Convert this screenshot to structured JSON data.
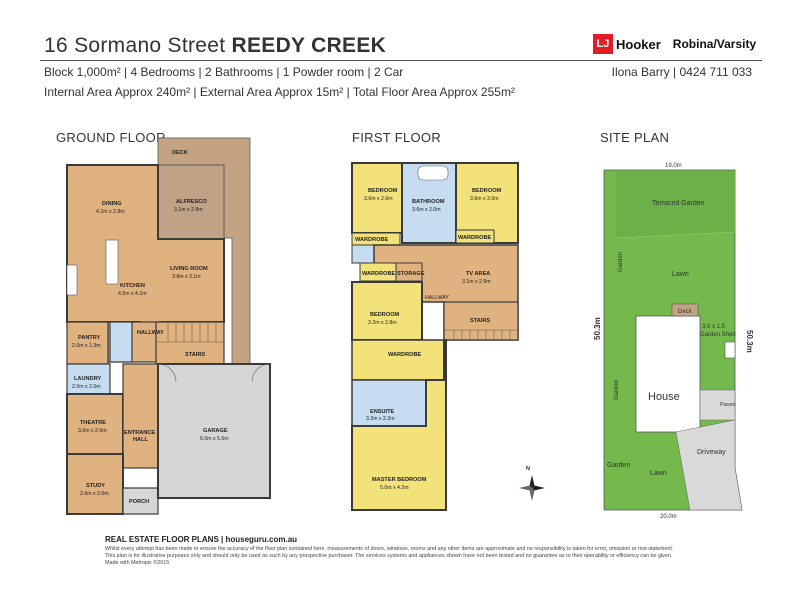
{
  "header": {
    "address_street": "16 Sormano Street",
    "address_suburb": "REEDY CREEK",
    "line1": "Block 1,000m² | 4 Bedrooms | 2 Bathrooms | 1 Powder room | 2 Car",
    "line2": "Internal Area Approx 240m² | External Area Approx 15m² | Total Floor Area Approx 255m²",
    "agent": "Ilona Barry | 0424 711 033"
  },
  "logo": {
    "mark": "LJ",
    "name": "Hooker",
    "office": "Robina/Varsity",
    "color": "#e31d24"
  },
  "sections": {
    "ground": "GROUND FLOOR",
    "first": "FIRST FLOOR",
    "site": "SITE PLAN"
  },
  "ground": {
    "deck": "DECK",
    "alfresco": {
      "name": "ALFRESCO",
      "dim": "3.1m x 2.8m"
    },
    "dining": {
      "name": "DINING",
      "dim": "4.1m x 2.8m"
    },
    "living": {
      "name": "LIVING ROOM",
      "dim": "3.8m x 3.1m"
    },
    "kitchen": {
      "name": "KITCHEN",
      "dim": "4.5m x 4.1m"
    },
    "hallway": "HALLWAY",
    "pantry": {
      "name": "PANTRY",
      "dim": "2.0m x 1.3m"
    },
    "stairs": "STAIRS",
    "laundry": {
      "name": "LAUNDRY",
      "dim": "2.0m x 2.0m"
    },
    "theatre": {
      "name": "THEATRE",
      "dim": "3.0m x 2.6m"
    },
    "entrance": {
      "line1": "ENTRANCE",
      "line2": "HALL"
    },
    "garage": {
      "name": "GARAGE",
      "dim": "6.0m x 5.6m"
    },
    "study": {
      "name": "STUDY",
      "dim": "2.6m x 2.6m"
    },
    "porch": "PORCH"
  },
  "first": {
    "bed1": {
      "name": "BEDROOM",
      "dim": "3.6m x 2.6m"
    },
    "bath": {
      "name": "BATHROOM",
      "dim": "3.6m x 2.0m"
    },
    "bed2": {
      "name": "BEDROOM",
      "dim": "3.6m x 3.0m"
    },
    "wardrobe": "WARDROBE",
    "storage": "STORAGE",
    "tv": {
      "name": "TV AREA",
      "dim": "3.1m x 2.9m"
    },
    "hallway": "HALLWAY",
    "bed3": {
      "name": "BEDROOM",
      "dim": "3.2m x 2.8m"
    },
    "stairs": "STAIRS",
    "ensuite": {
      "name": "ENSUITE",
      "dim": "3.2m x 2.2m"
    },
    "master": {
      "name": "MASTER BEDROOM",
      "dim": "5.0m x 4.2m"
    },
    "compass": "N"
  },
  "site": {
    "top_dim": "19.0m",
    "bottom_dim": "20.0m",
    "left_dim": "50.3m",
    "right_dim": "50.3m",
    "terraced": "Terraced Garden",
    "lawn_top": "Lawn",
    "garden_left": "Garden",
    "deck": "Deck",
    "shed_dim": "3.0 x 1.5",
    "shed": "Garden Shed",
    "house": "House",
    "garden_mid": "Garden",
    "paved": "Paved",
    "driveway": "Driveway",
    "garden_bottom": "Garden",
    "lawn_bottom": "Lawn",
    "colors": {
      "grass": "#73b94c",
      "house": "#ffffff",
      "driveway": "#d9d9d9"
    }
  },
  "footer": {
    "brand": "REAL ESTATE FLOOR PLANS | houseguru.com.au",
    "d1": "Whilst every attempt has been made to ensure the accuracy of the floor plan contained here, measurements of doors, windows, rooms and any other items are approximate and no responsibility is taken for error, omission or mis-statement.",
    "d2": "This plan is for illustrative purposes only and should only be used as such by any prospective purchaser. The services systems and appliances shown have not been tested and no guarantee as to their operability or efficiency can be given.",
    "d3": "Made with Metropix ©2015"
  },
  "colors": {
    "living": "#e0b27f",
    "bedroom": "#f3e27a",
    "wet": "#c6dcf0",
    "garage": "#d6d6d6",
    "deck": "#c4a383",
    "wall": "#3a3a3a"
  }
}
